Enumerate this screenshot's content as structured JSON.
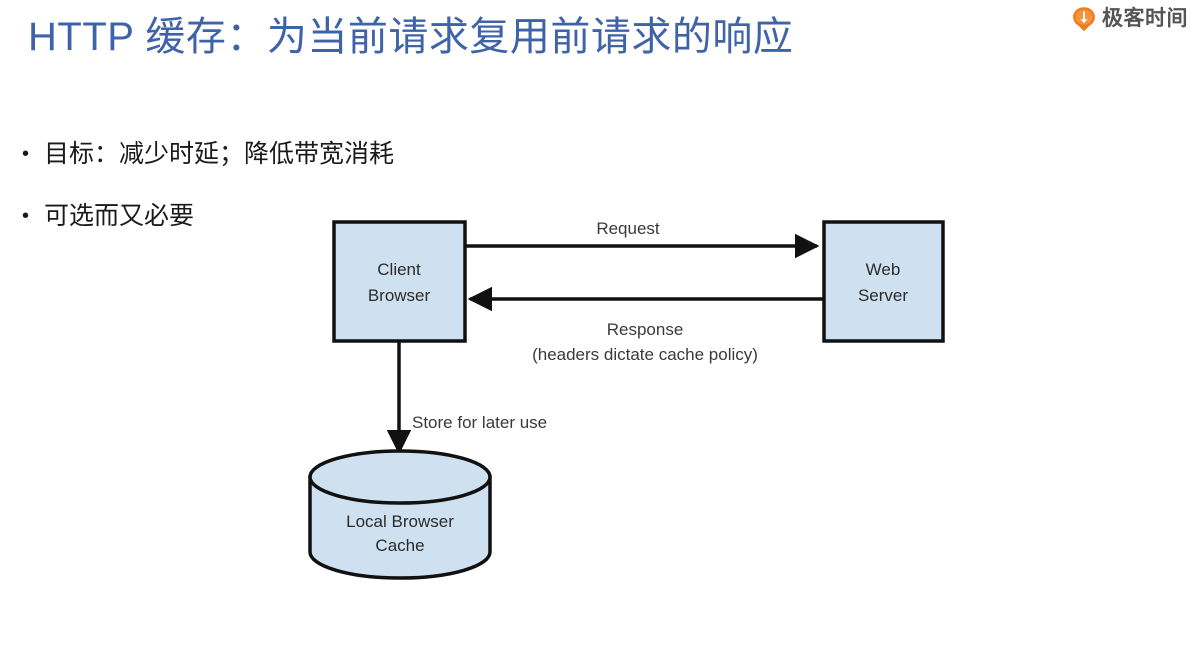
{
  "brand": {
    "icon": "geektime-logo-icon",
    "text": "极客时间",
    "color": "#ef7c1c"
  },
  "slide": {
    "title": "HTTP 缓存：为当前请求复用前请求的响应",
    "title_color": "#3f63a8",
    "bullets": [
      {
        "marker": "•",
        "text": "目标：减少时延；降低带宽消耗"
      },
      {
        "marker": "•",
        "text": "可选而又必要"
      }
    ]
  },
  "diagram": {
    "name": "http-cache-flow-diagram",
    "node_fill": "#cfe0f0",
    "node_stroke": "#1a1a1a",
    "nodes": [
      {
        "id": "client",
        "label_line1": "Client",
        "label_line2": "Browser",
        "shape": "rect"
      },
      {
        "id": "server",
        "label_line1": "Web",
        "label_line2": "Server",
        "shape": "rect"
      },
      {
        "id": "cache",
        "label_line1": "Local Browser",
        "label_line2": "Cache",
        "shape": "cylinder"
      }
    ],
    "edges": [
      {
        "id": "request",
        "from": "client",
        "to": "server",
        "label": "Request",
        "direction": "right"
      },
      {
        "id": "response",
        "from": "server",
        "to": "client",
        "label_line1": "Response",
        "label_line2": "(headers dictate cache policy)",
        "direction": "left"
      },
      {
        "id": "store",
        "from": "client",
        "to": "cache",
        "label": "Store for later use",
        "direction": "down"
      }
    ]
  }
}
